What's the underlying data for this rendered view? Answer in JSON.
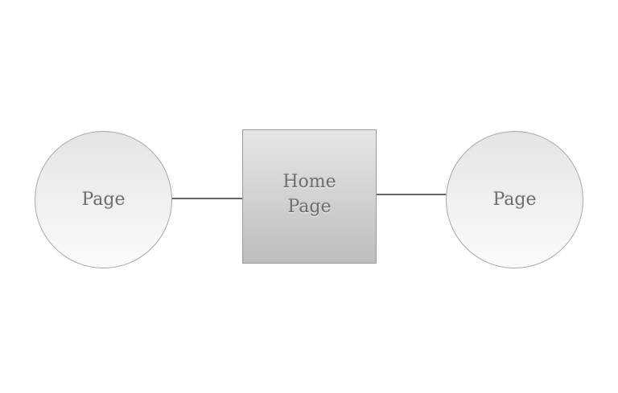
{
  "diagram": {
    "nodes": [
      {
        "id": "left",
        "shape": "circle",
        "label": "Page"
      },
      {
        "id": "center",
        "shape": "square",
        "label_line1": "Home",
        "label_line2": "Page"
      },
      {
        "id": "right",
        "shape": "circle",
        "label": "Page"
      }
    ],
    "edges": [
      {
        "from": "left",
        "to": "center"
      },
      {
        "from": "center",
        "to": "right"
      }
    ],
    "colors": {
      "stroke": "#666666",
      "node_border": "#a8a8a8",
      "text": "#6e6e6e"
    }
  }
}
